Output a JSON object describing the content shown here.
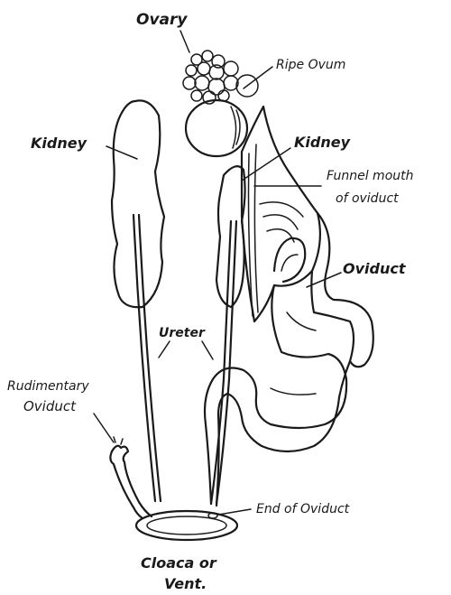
{
  "labels": {
    "ovary": "Ovary",
    "ripe_ovum": "Ripe Ovum",
    "kidney_left": "Kidney",
    "kidney_right": "Kidney",
    "funnel_line1": "Funnel mouth",
    "funnel_line2": "of oviduct",
    "oviduct": "Oviduct",
    "ureter": "Ureter",
    "rudimentary_line1": "Rudimentary",
    "rudimentary_line2": "Oviduct",
    "end_of_oviduct": "End of Oviduct",
    "cloaca_line1": "Cloaca or",
    "cloaca_line2": "Vent."
  },
  "colors": {
    "ink": "#1a1a1a",
    "background": "#ffffff"
  }
}
